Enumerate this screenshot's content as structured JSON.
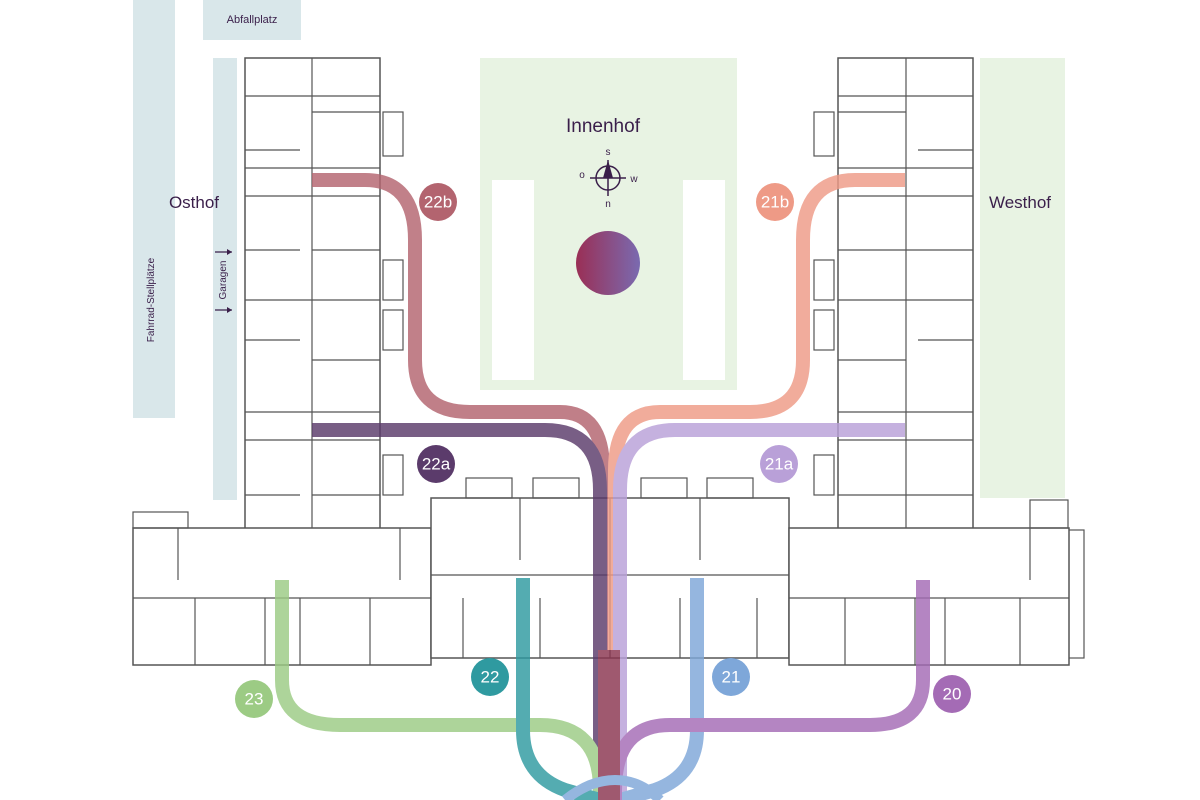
{
  "labels": {
    "abfallplatz": "Abfallplatz",
    "osthof": "Osthof",
    "westhof": "Westhof",
    "innenhof": "Innenhof",
    "fahrrad": "Fahrrad-Stellplätze",
    "garagen": "Garagen"
  },
  "compass": {
    "n": "n",
    "s": "s",
    "o": "o",
    "w": "w"
  },
  "entrances": [
    {
      "id": "22b",
      "label": "22b",
      "color": "#b3646f"
    },
    {
      "id": "22a",
      "label": "22a",
      "color": "#5b3b6b"
    },
    {
      "id": "21b",
      "label": "21b",
      "color": "#ee9a86"
    },
    {
      "id": "21a",
      "label": "21a",
      "color": "#b9a0d8"
    },
    {
      "id": "23",
      "label": "23",
      "color": "#9ccb84"
    },
    {
      "id": "22",
      "label": "22",
      "color": "#2f9aa0"
    },
    {
      "id": "21",
      "label": "21",
      "color": "#7ea7d9"
    },
    {
      "id": "20",
      "label": "20",
      "color": "#a46bb5"
    }
  ],
  "colors": {
    "courtyard": "#e8f3e3",
    "parking": "#d9e7ea",
    "center_gradient_start": "#9a2f55",
    "center_gradient_end": "#7a6ab0",
    "trunk": "#8a3550"
  }
}
